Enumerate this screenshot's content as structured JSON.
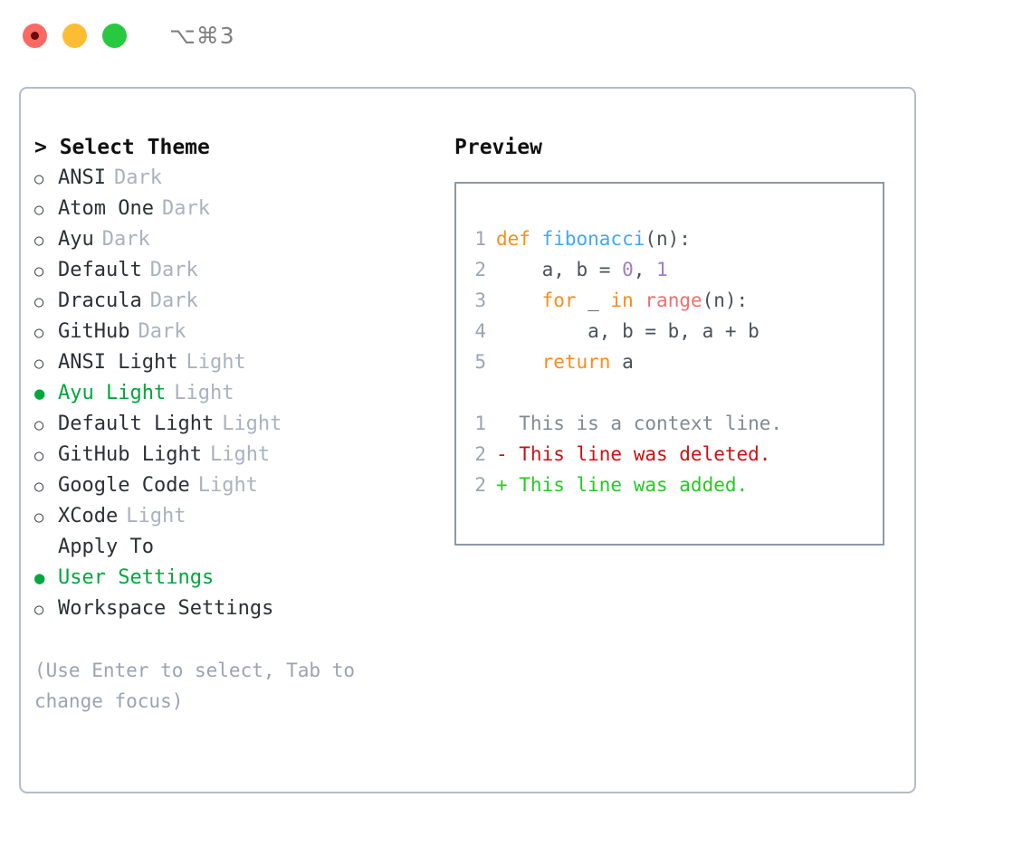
{
  "titlebar": {
    "lights": [
      {
        "name": "close-button",
        "color": "#fb6a62",
        "recording": true
      },
      {
        "name": "minimize-button",
        "color": "#fcbd33",
        "recording": false
      },
      {
        "name": "maximize-button",
        "color": "#28c840",
        "recording": false
      }
    ],
    "shortcut": "⌥⌘3"
  },
  "theme_picker": {
    "title": "> Select Theme",
    "options": [
      {
        "marker": "○",
        "label": "ANSI",
        "suffix": "Dark",
        "selected": false
      },
      {
        "marker": "○",
        "label": "Atom One",
        "suffix": "Dark",
        "selected": false
      },
      {
        "marker": "○",
        "label": "Ayu",
        "suffix": "Dark",
        "selected": false
      },
      {
        "marker": "○",
        "label": "Default",
        "suffix": "Dark",
        "selected": false
      },
      {
        "marker": "○",
        "label": "Dracula",
        "suffix": "Dark",
        "selected": false
      },
      {
        "marker": "○",
        "label": "GitHub",
        "suffix": "Dark",
        "selected": false
      },
      {
        "marker": "○",
        "label": "ANSI Light",
        "suffix": "Light",
        "selected": false
      },
      {
        "marker": "●",
        "label": "Ayu Light",
        "suffix": "Light",
        "selected": true
      },
      {
        "marker": "○",
        "label": "Default Light",
        "suffix": "Light",
        "selected": false
      },
      {
        "marker": "○",
        "label": "GitHub Light",
        "suffix": "Light",
        "selected": false
      },
      {
        "marker": "○",
        "label": "Google Code",
        "suffix": "Light",
        "selected": false
      },
      {
        "marker": "○",
        "label": "XCode",
        "suffix": "Light",
        "selected": false
      }
    ]
  },
  "apply_to": {
    "header": "Apply To",
    "options": [
      {
        "marker": "●",
        "label": "User Settings",
        "selected": true
      },
      {
        "marker": "○",
        "label": "Workspace Settings",
        "selected": false
      }
    ]
  },
  "hint": "(Use Enter to select, Tab to change focus)",
  "preview": {
    "title": "Preview",
    "code_lines": [
      {
        "num": "1",
        "tokens": [
          {
            "text": "def ",
            "type": "kw"
          },
          {
            "text": "fibonacci",
            "type": "fn"
          },
          {
            "text": "(n):",
            "type": "plain"
          }
        ]
      },
      {
        "num": "2",
        "tokens": [
          {
            "text": "    a, b = ",
            "type": "plain"
          },
          {
            "text": "0",
            "type": "num"
          },
          {
            "text": ", ",
            "type": "plain"
          },
          {
            "text": "1",
            "type": "num"
          }
        ]
      },
      {
        "num": "3",
        "tokens": [
          {
            "text": "    ",
            "type": "plain"
          },
          {
            "text": "for",
            "type": "kw"
          },
          {
            "text": " _ ",
            "type": "plain"
          },
          {
            "text": "in",
            "type": "kw"
          },
          {
            "text": " ",
            "type": "plain"
          },
          {
            "text": "range",
            "type": "builtin"
          },
          {
            "text": "(n):",
            "type": "plain"
          }
        ]
      },
      {
        "num": "4",
        "tokens": [
          {
            "text": "        a, b = b, a + b",
            "type": "plain"
          }
        ]
      },
      {
        "num": "5",
        "tokens": [
          {
            "text": "    ",
            "type": "plain"
          },
          {
            "text": "return",
            "type": "kw"
          },
          {
            "text": " a",
            "type": "plain"
          }
        ]
      }
    ],
    "diff_lines": [
      {
        "num": "1",
        "text": "  This is a context line.",
        "type": "ctx"
      },
      {
        "num": "2",
        "text": "- This line was deleted.",
        "type": "del"
      },
      {
        "num": "2",
        "text": "+ This line was added.",
        "type": "add"
      }
    ]
  },
  "colors": {
    "accent_green": "#00a73c",
    "muted": "#a9b2c0",
    "panel_border": "#b3bcca",
    "preview_border": "#8d99ab",
    "keyword": "#ff8c1a",
    "function": "#3fa9f5",
    "number": "#a37acc",
    "builtin": "#f76d6d",
    "diff_delete": "#cc1111",
    "diff_add": "#22cc22"
  }
}
